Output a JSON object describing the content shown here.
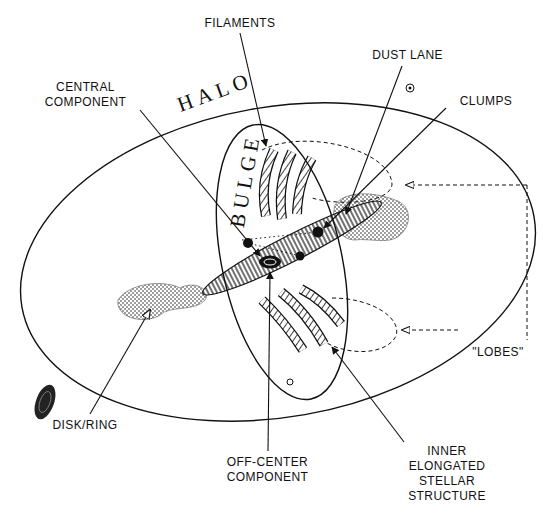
{
  "diagram": {
    "nodes": [
      {
        "text": [
          "HALO"
        ]
      },
      {
        "text": [
          "BULGE"
        ],
        "in": 0
      }
    ],
    "labels": [
      "FILAMENTS",
      "DUST LANE",
      "CENTRAL COMPONENT",
      "CLUMPS",
      "\"LOBES\"",
      "DISK/RING",
      "OFF-CENTER COMPONENT",
      "INNER ELONGATED STELLAR STRUCTURE"
    ]
  }
}
